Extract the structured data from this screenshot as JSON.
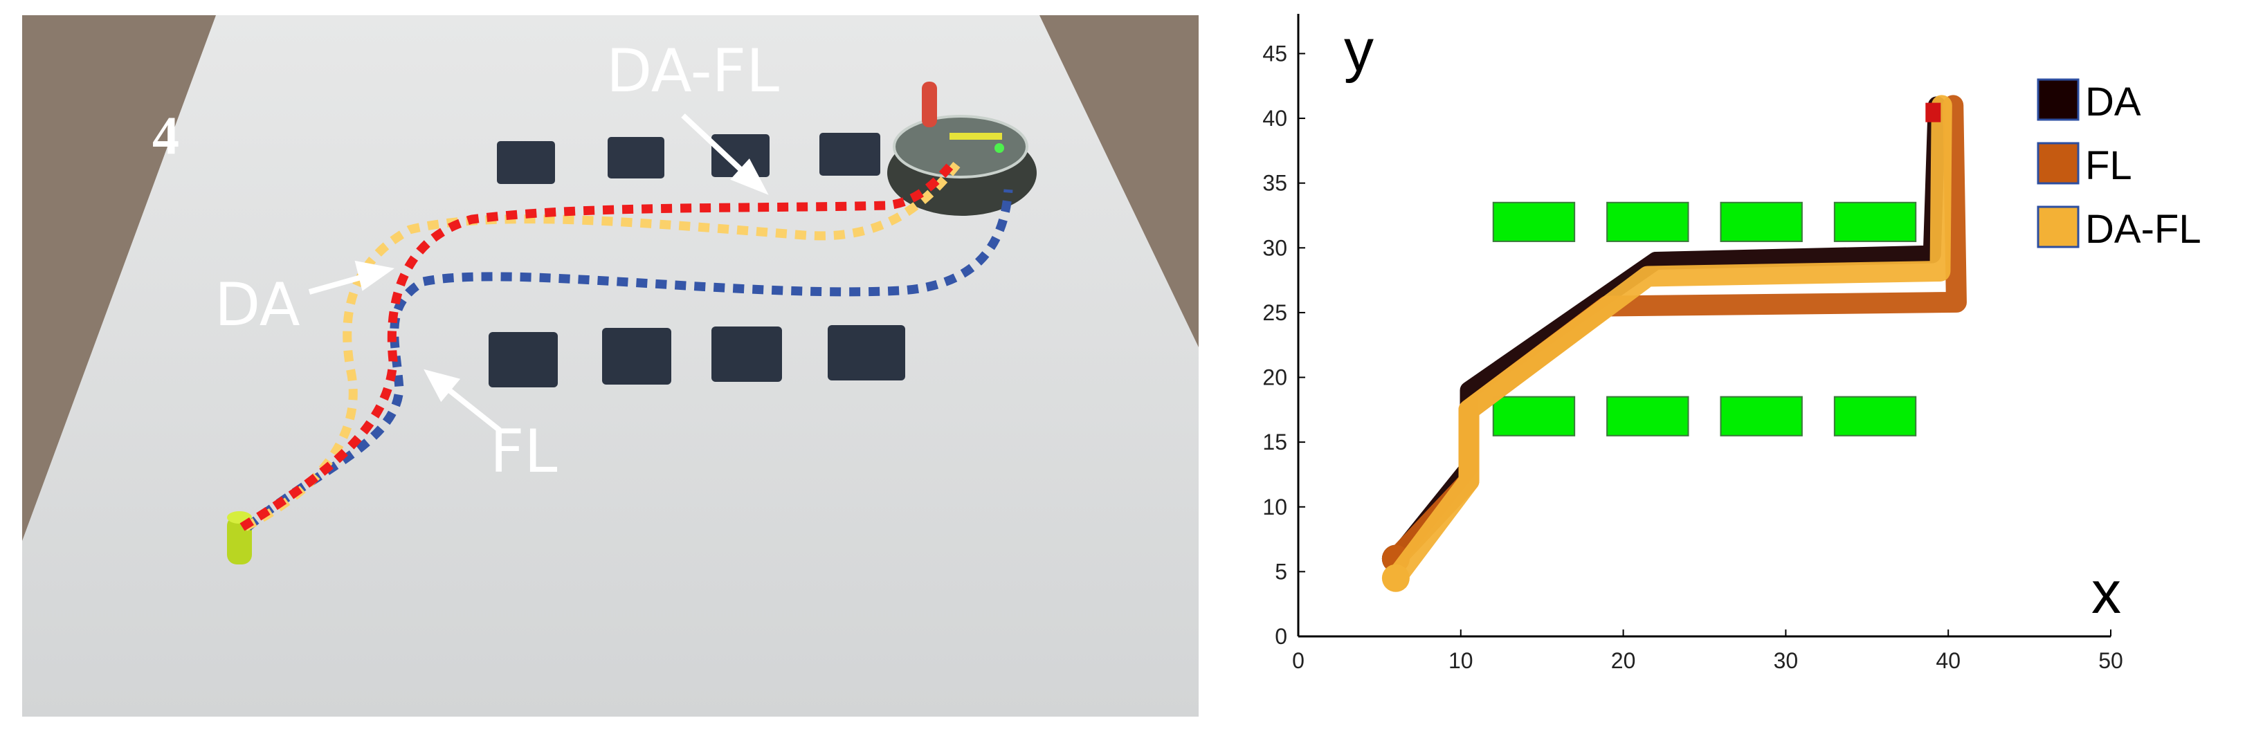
{
  "photo": {
    "panel_number": "4",
    "labels": {
      "da_fl": "DA-FL",
      "da": "DA",
      "fl": "FL"
    },
    "path_colors": {
      "da": "#ee1c1c",
      "fl": "#3556a8",
      "da_fl": "#fbd16a"
    }
  },
  "chart_data": {
    "type": "line",
    "xlabel": "x",
    "ylabel": "y",
    "xlim": [
      0,
      50
    ],
    "ylim": [
      0,
      47
    ],
    "xticks": [
      0,
      10,
      20,
      30,
      40,
      50
    ],
    "yticks": [
      0,
      5,
      10,
      15,
      20,
      25,
      30,
      35,
      40,
      45
    ],
    "grid": false,
    "legend_position": "top-right",
    "series": [
      {
        "name": "DA",
        "color": "#1a0000",
        "x": [
          6,
          10.5,
          10.5,
          22,
          39,
          39.3
        ],
        "y": [
          6,
          13,
          19,
          29,
          29.5,
          41
        ]
      },
      {
        "name": "FL",
        "color": "#c55a11",
        "x": [
          6,
          10.5,
          10.5,
          19,
          40.5,
          40.3
        ],
        "y": [
          6,
          12,
          17.5,
          25.5,
          25.8,
          41
        ]
      },
      {
        "name": "DA-FL",
        "color": "#f3b136",
        "x": [
          6,
          10.5,
          10.5,
          21.5,
          39.5,
          39.6
        ],
        "y": [
          4.5,
          12,
          17.5,
          27.8,
          28.2,
          41
        ]
      }
    ],
    "obstacles": [
      {
        "x": [
          12,
          17
        ],
        "y": [
          30.5,
          33.5
        ]
      },
      {
        "x": [
          19,
          24
        ],
        "y": [
          30.5,
          33.5
        ]
      },
      {
        "x": [
          26,
          31
        ],
        "y": [
          30.5,
          33.5
        ]
      },
      {
        "x": [
          33,
          38
        ],
        "y": [
          30.5,
          33.5
        ]
      },
      {
        "x": [
          12,
          17
        ],
        "y": [
          15.5,
          18.5
        ]
      },
      {
        "x": [
          19,
          24
        ],
        "y": [
          15.5,
          18.5
        ]
      },
      {
        "x": [
          26,
          31
        ],
        "y": [
          15.5,
          18.5
        ]
      },
      {
        "x": [
          33,
          38
        ],
        "y": [
          15.5,
          18.5
        ]
      }
    ],
    "obstacle_color": "#00ee00"
  }
}
